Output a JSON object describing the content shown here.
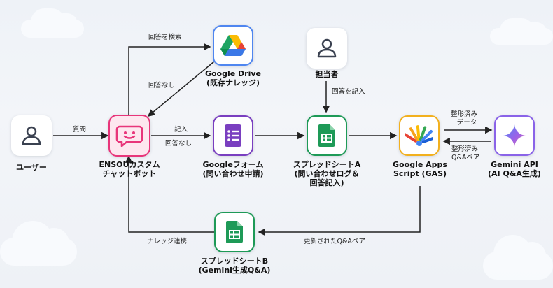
{
  "nodes": {
    "user": {
      "label": "ユーザー"
    },
    "chatbot": {
      "label_line1": "ENSOUカスタム",
      "label_line2": "チャットボット"
    },
    "drive": {
      "label_line1": "Google Drive",
      "label_line2": "(既存ナレッジ)"
    },
    "person": {
      "label": "担当者"
    },
    "form": {
      "label_line1": "Googleフォーム",
      "label_line2": "(問い合わせ申請)"
    },
    "sheet_a": {
      "label_line1": "スプレッドシートA",
      "label_line2": "(問い合わせログ＆",
      "label_line3": "回答記入)"
    },
    "gas": {
      "label_line1": "Google Apps",
      "label_line2": "Script (GAS)"
    },
    "gemini": {
      "label_line1": "Gemini API",
      "label_line2": "(AI Q&A生成)"
    },
    "sheet_b": {
      "label_line1": "スプレッドシートB",
      "label_line2": "(Gemini生成Q&A)"
    }
  },
  "edges": {
    "user_to_bot": "質問",
    "bot_to_drive": "回答を検索",
    "drive_to_bot": "回答なし",
    "person_to_sheet_a": "回答を記入",
    "bot_to_form_line1": "記入",
    "bot_to_form_line2": "回答なし",
    "gas_to_gemini_line1": "整形済み",
    "gas_to_gemini_line2": "データ",
    "gemini_to_gas_line1": "整形済み",
    "gemini_to_gas_line2": "Q&Aペア",
    "gas_to_sheet_b": "更新されたQ&Aペア",
    "sheet_b_to_bot": "ナレッジ連携"
  },
  "icons": {
    "user": "person-icon",
    "chatbot": "robot-chat-icon",
    "drive": "google-drive-icon",
    "person": "person-icon",
    "form": "google-forms-icon",
    "sheet_a": "google-sheets-icon",
    "gas": "apps-script-icon",
    "gemini": "gemini-sparkle-icon",
    "sheet_b": "google-sheets-icon"
  },
  "colors": {
    "chatbot": "#e8357a",
    "drive": "#4f86f0",
    "form": "#7a3fc0",
    "sheets": "#1e9a57",
    "gas": "#f2b01e",
    "gemini": "#8a63e8",
    "arrow": "#222222"
  }
}
